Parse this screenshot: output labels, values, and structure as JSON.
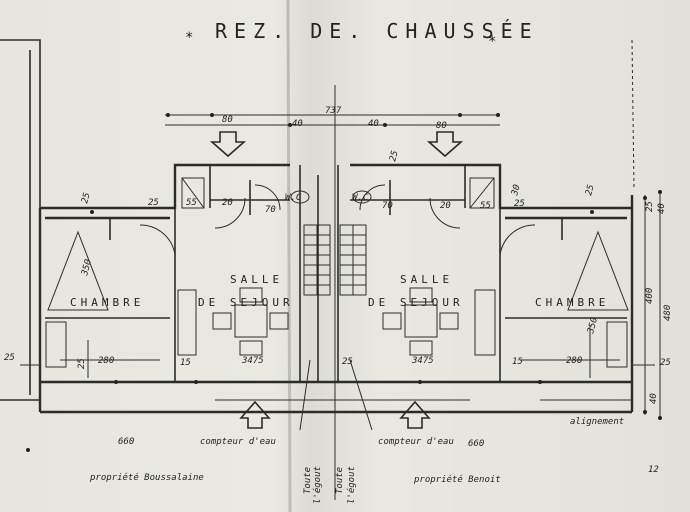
{
  "title": "REZ. DE. CHAUSSÉE",
  "title_marks": [
    "*",
    "*"
  ],
  "rooms": {
    "left": {
      "salle": "SALLE",
      "sejour": "DE SEJOUR",
      "chambre": "CHAMBRE",
      "wc": "W.C"
    },
    "right": {
      "salle": "SALLE",
      "sejour": "DE SEJOUR",
      "chambre": "CHAMBRE",
      "wc": "W.C"
    }
  },
  "dimensions": {
    "overall": "737",
    "top_left": "80",
    "top_right": "80",
    "mid_left": "40",
    "mid_right": "40",
    "side_height_a": "400",
    "side_height_b": "480",
    "right_edge": "25",
    "left_edge": "25",
    "left_wall": "25",
    "right_wall_a": "25",
    "right_wall_b": "25",
    "right_top_a": "25",
    "right_top_b": "40",
    "right_low": "40",
    "room_left_width": "280",
    "room_right_width": "280",
    "room_left_depth": "350",
    "room_right_depth": "350",
    "sejour_left": "3475",
    "sejour_right": "3475",
    "stair_left": "25",
    "stair_right": "25",
    "wc_left_a": "55",
    "wc_left_b": "20",
    "wc_right_a": "20",
    "wc_right_b": "55",
    "wc_mid_left": "70",
    "wc_mid_right": "70",
    "small_left": "15",
    "small_right": "15",
    "top_small_left": "25",
    "top_small_right": "25",
    "gap": "30",
    "corner_code": "12"
  },
  "notes": {
    "compteur_left_num": "660",
    "compteur_left_label": "compteur d'eau",
    "compteur_right_label": "compteur d'eau",
    "compteur_right_num": "660",
    "alignement": "alignement",
    "owner_left": "propriété Boussalaine",
    "owner_right": "propriété Benoit",
    "vert_1": "Toute",
    "vert_2": "l'égout",
    "vert_3": "Toute",
    "vert_4": "l'égout"
  }
}
